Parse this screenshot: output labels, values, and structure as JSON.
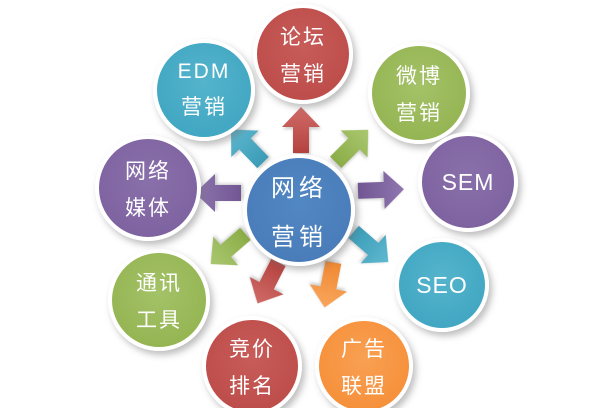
{
  "diagram": {
    "type": "hub-and-spoke",
    "center_node": {
      "id": "network-marketing",
      "lines": [
        "网络",
        "营销"
      ],
      "color": "#4a7db9"
    },
    "nodes": [
      {
        "id": "forum-marketing",
        "lines": [
          "论坛",
          "营销"
        ],
        "color": "#c0504d"
      },
      {
        "id": "weibo-marketing",
        "lines": [
          "微博",
          "营销"
        ],
        "color": "#9bbb59"
      },
      {
        "id": "sem",
        "lines": [
          "SEM"
        ],
        "color": "#8064a2"
      },
      {
        "id": "seo",
        "lines": [
          "SEO"
        ],
        "color": "#4bacc6"
      },
      {
        "id": "ad-alliance",
        "lines": [
          "广告",
          "联盟"
        ],
        "color": "#f79646"
      },
      {
        "id": "bidding-rank",
        "lines": [
          "竞价",
          "排名"
        ],
        "color": "#c0504d"
      },
      {
        "id": "communication-tools",
        "lines": [
          "通讯",
          "工具"
        ],
        "color": "#9bbb59"
      },
      {
        "id": "network-media",
        "lines": [
          "网络",
          "媒体"
        ],
        "color": "#8064a2"
      },
      {
        "id": "edm-marketing",
        "lines": [
          "EDM",
          "营销"
        ],
        "color": "#4bacc6"
      }
    ],
    "arrows": [
      {
        "target": "forum-marketing",
        "direction": "up",
        "color": "#c0504d"
      },
      {
        "target": "edm-marketing",
        "direction": "up-left",
        "color": "#4bacc6"
      },
      {
        "target": "weibo-marketing",
        "direction": "up-right",
        "color": "#9bbb59"
      },
      {
        "target": "network-media",
        "direction": "left",
        "color": "#8064a2"
      },
      {
        "target": "sem",
        "direction": "right",
        "color": "#8064a2"
      },
      {
        "target": "communication-tools",
        "direction": "down-left",
        "color": "#9bbb59"
      },
      {
        "target": "seo",
        "direction": "down-right",
        "color": "#4bacc6"
      },
      {
        "target": "bidding-rank",
        "direction": "down",
        "color": "#c0504d"
      },
      {
        "target": "ad-alliance",
        "direction": "down",
        "color": "#f79646"
      }
    ],
    "palette": {
      "center_blue": "#4a7db9",
      "red": "#c0504d",
      "green": "#9bbb59",
      "purple": "#8064a2",
      "teal": "#4bacc6",
      "orange": "#f79646",
      "text": "#ffffff",
      "background": "#ffffff"
    }
  }
}
